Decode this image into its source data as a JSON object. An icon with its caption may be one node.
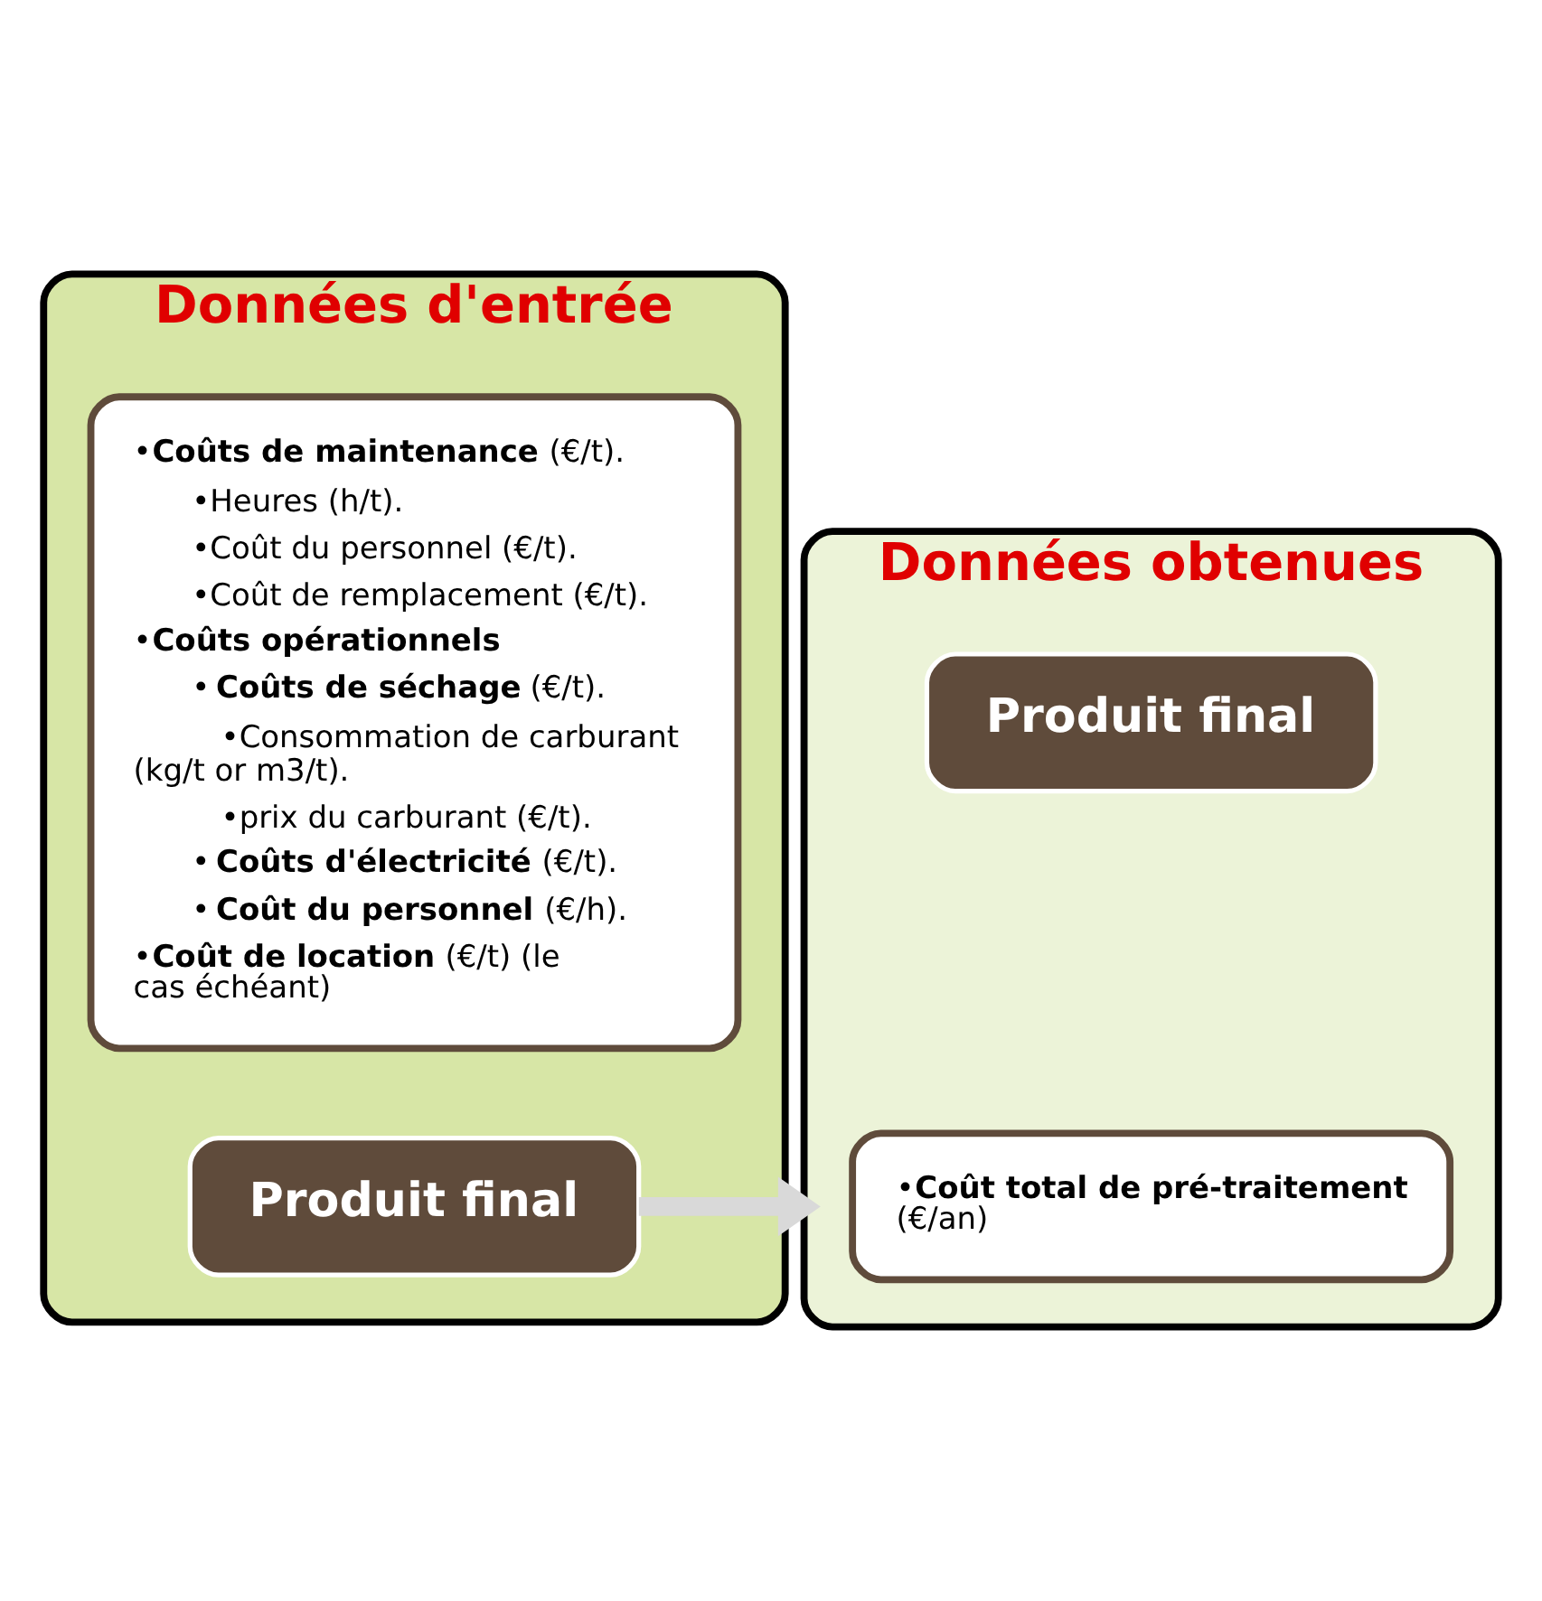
{
  "diagram": {
    "nodes": [
      {
        "text": [
          "Données d'entrée"
        ]
      },
      {
        "text": [
          "•**Coûts de maintenance** (€/t).",
          "•Heures (h/t).",
          "•Coût du personnel (€/t).",
          "•Coût de remplacement (€/t).",
          "•**Coûts opérationnels**",
          "•**Coûts de séchage** (€/t).",
          "•Consommation de carburant (kg/t or m3/t).",
          "•prix du carburant (€/t).",
          "•**Coûts d'électricité** (€/t).",
          "•**Coût du personnel** (€/h).",
          "•**Coût de location** (€/t) (le cas échéant)"
        ],
        "in": 0
      },
      {
        "text": [
          "Produit final"
        ],
        "in": 0
      },
      {
        "text": [
          "Données obtenues"
        ]
      },
      {
        "text": [
          "Produit final"
        ],
        "in": 3
      },
      {
        "text": [
          "•**Coût total de pré-traitement** (€/an)"
        ],
        "in": 3
      }
    ],
    "edges": [
      {
        "from": 2,
        "to": 3,
        "arrow": "to",
        "color": "#d9d9d9"
      }
    ]
  }
}
